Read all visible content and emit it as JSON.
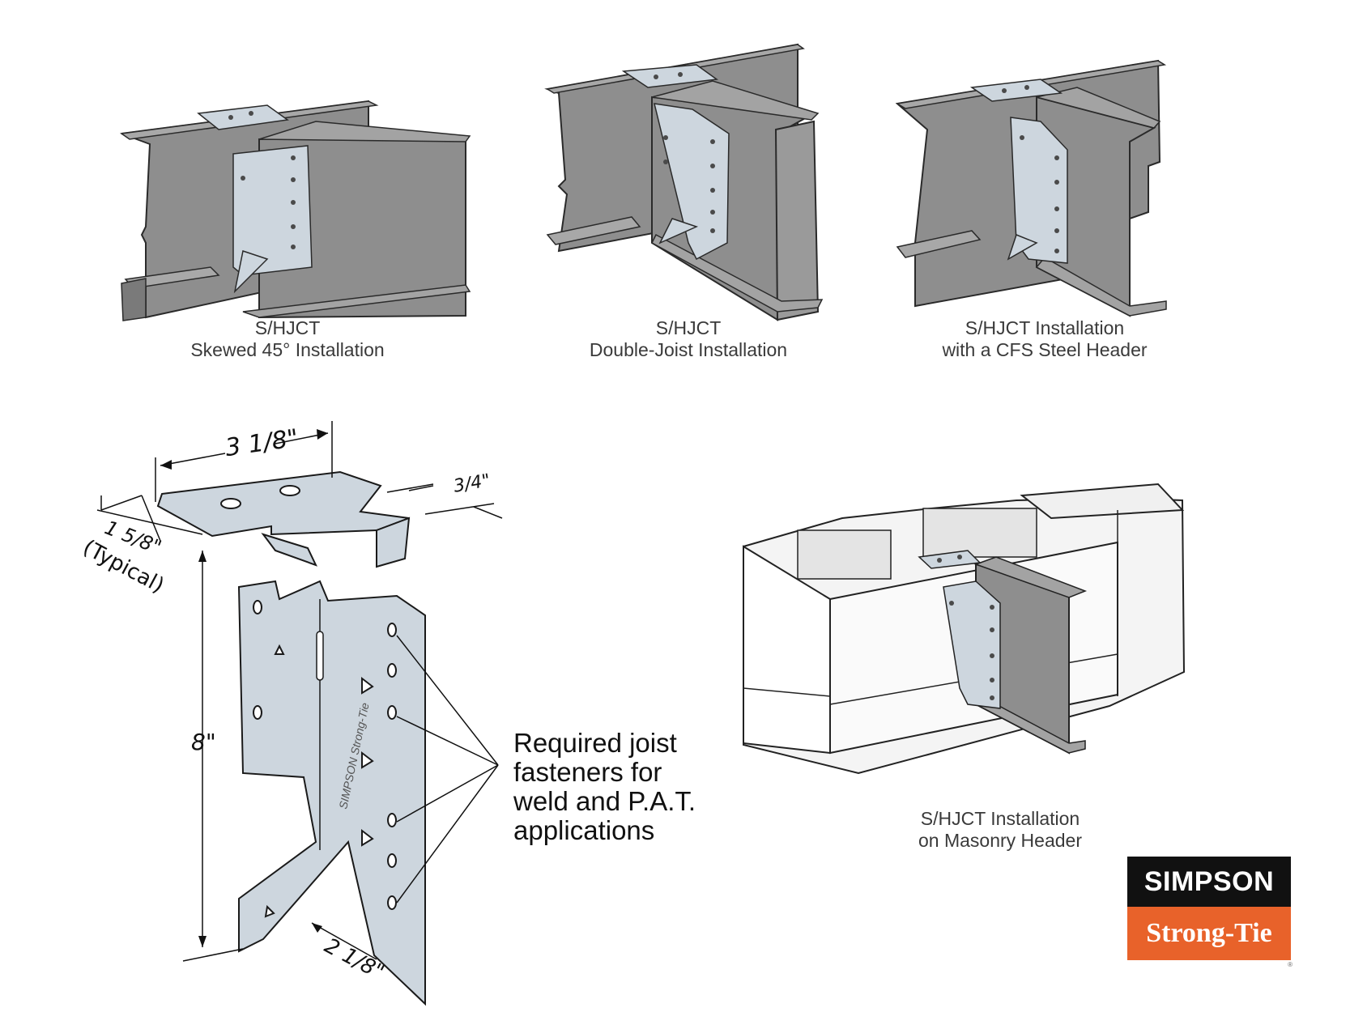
{
  "captions": {
    "skewed": {
      "line1": "S/HJCT",
      "line2": "Skewed 45° Installation"
    },
    "double": {
      "line1": "S/HJCT",
      "line2": "Double-Joist Installation"
    },
    "cfs": {
      "line1": "S/HJCT Installation",
      "line2": "with a CFS Steel Header"
    },
    "masonry": {
      "line1": "S/HJCT Installation",
      "line2": "on Masonry Header"
    }
  },
  "dimensions": {
    "width": "3 1/8\"",
    "flange": "3/4\"",
    "depth": "1 5/8\"",
    "depth_note": "(Typical)",
    "height": "8\"",
    "bottom": "2 1/8\""
  },
  "bracket_marking": "SIMPSON Strong-Tie",
  "callout": {
    "lines": [
      "Required joist",
      "fasteners for",
      "weld and P.A.T.",
      "applications"
    ]
  },
  "logo": {
    "top": "SIMPSON",
    "bottom": "Strong-Tie",
    "registered": "®"
  },
  "colors": {
    "steel": "#8e8e8e",
    "bracket": "#cdd6de",
    "logo_orange": "#e8622a",
    "logo_black": "#111111"
  }
}
